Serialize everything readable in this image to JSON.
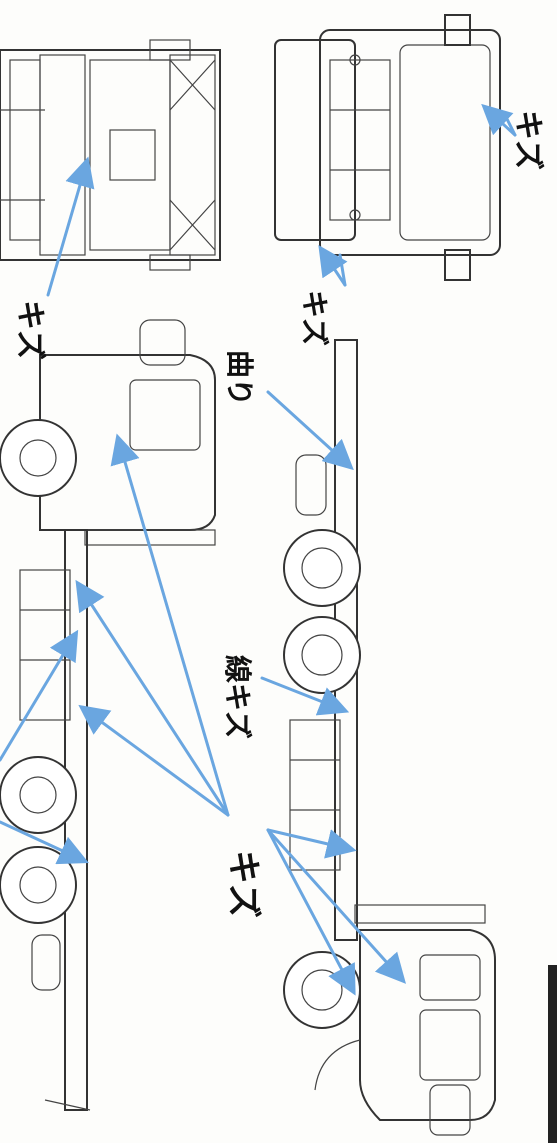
{
  "diagram": {
    "labels": {
      "top_right": "キズ",
      "top_left": "キズ",
      "front_lower": "キズ",
      "bend": "曲り",
      "line_scratch": "線キズ",
      "main_scratch": "キズ"
    },
    "colors": {
      "arrow": "#6aa6e0",
      "line": "#333333",
      "background": "#fdfdfb"
    }
  }
}
